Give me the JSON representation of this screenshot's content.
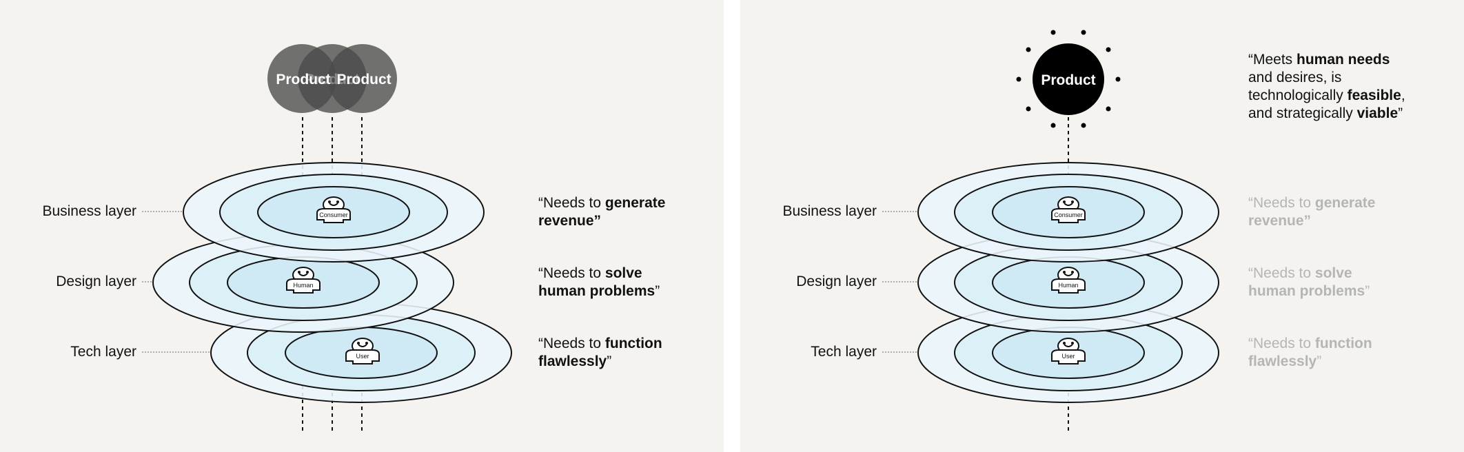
{
  "left": {
    "products": [
      "Product",
      "Product",
      "Product"
    ],
    "layers": [
      {
        "label": "Business layer",
        "icon_label": "Consumer",
        "quote_pre": "“Needs to ",
        "quote_bold": "generate\nrevenue”",
        "quote_post": ""
      },
      {
        "label": "Design layer",
        "icon_label": "Human",
        "quote_pre": "“Needs to ",
        "quote_bold": "solve\nhuman problems",
        "quote_post": "”"
      },
      {
        "label": "Tech layer",
        "icon_label": "User",
        "quote_pre": "“Needs to ",
        "quote_bold": "function\nflawlessly",
        "quote_post": "”"
      }
    ]
  },
  "right": {
    "product": "Product",
    "statement": {
      "p1": "“Meets ",
      "b1": "human needs",
      "p2": "\nand desires, is\ntechnologically ",
      "b2": "feasible",
      "p3": ",\nand strategically ",
      "b3": "viable",
      "p4": "”"
    },
    "layers": [
      {
        "label": "Business layer",
        "icon_label": "Consumer",
        "quote_pre": "“Needs to ",
        "quote_bold": "generate\nrevenue”",
        "quote_post": ""
      },
      {
        "label": "Design layer",
        "icon_label": "Human",
        "quote_pre": "“Needs to ",
        "quote_bold": "solve\nhuman problems",
        "quote_post": "”"
      },
      {
        "label": "Tech layer",
        "icon_label": "User",
        "quote_pre": "“Needs to ",
        "quote_bold": "function\nflawlessly",
        "quote_post": "”"
      }
    ]
  },
  "colors": {
    "panel_bg": "#f4f3ef",
    "ring_outer": "#eaf5fa",
    "ring_mid": "#dcf0f8",
    "ring_inner": "#d0eaf5",
    "product_faded": "#4a4a4a",
    "product_solid": "#000000",
    "faded_text": "#b5b5b5"
  }
}
